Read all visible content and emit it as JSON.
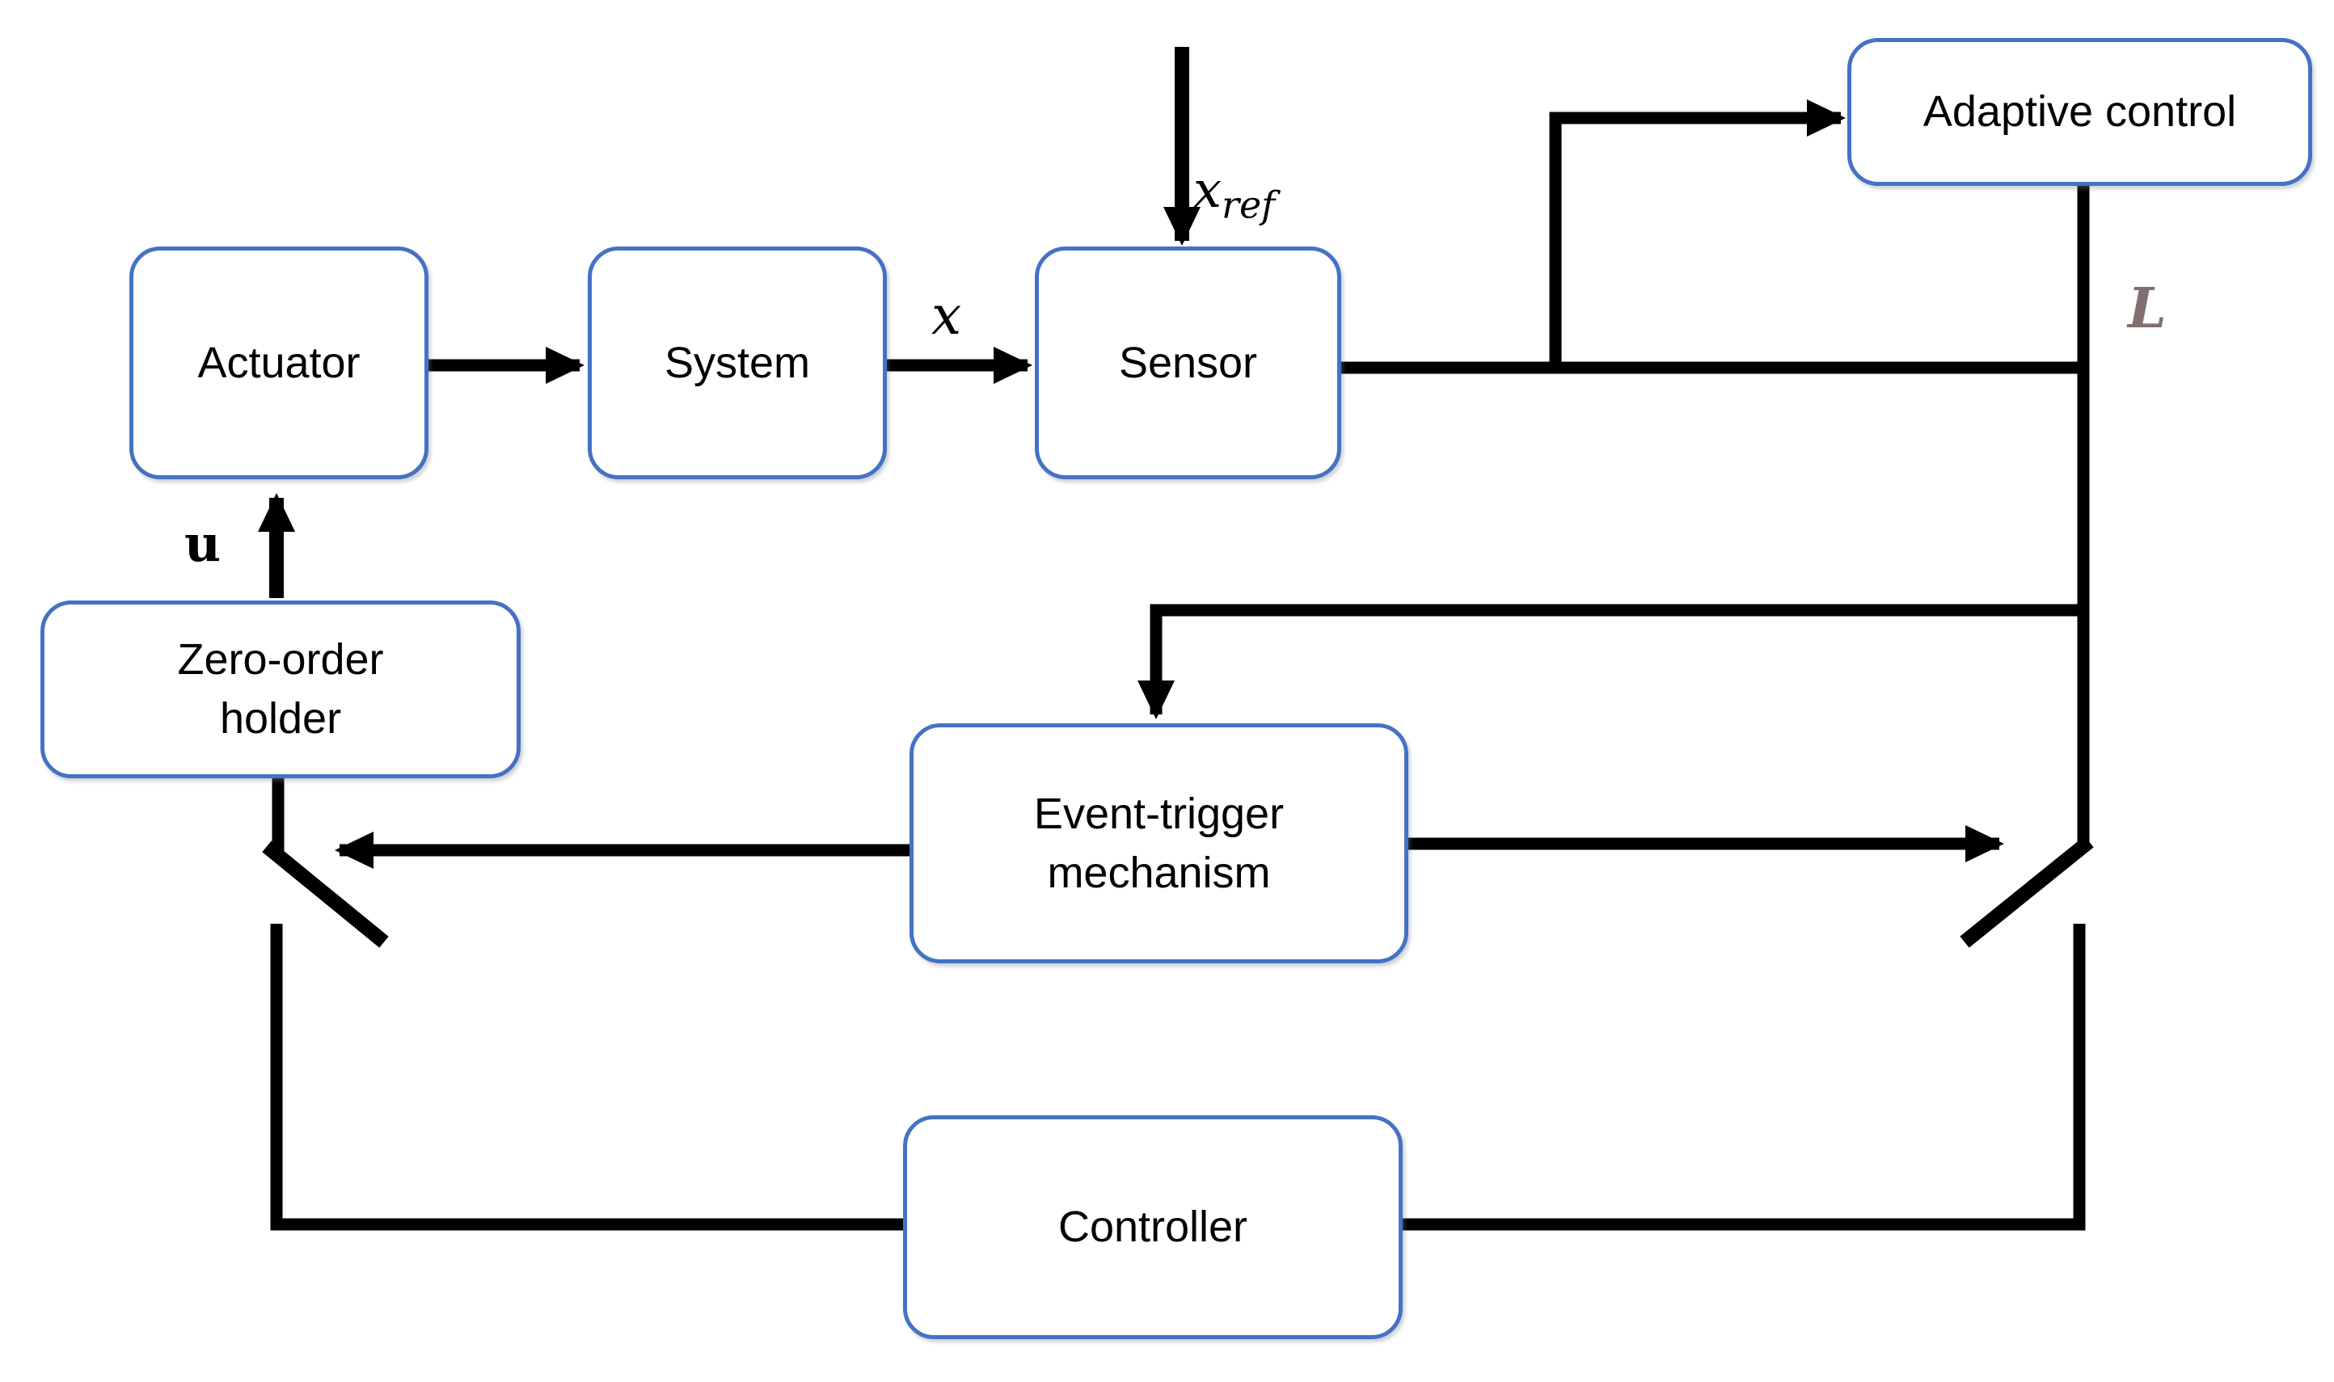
{
  "diagram": {
    "blocks": {
      "actuator": {
        "label": "Actuator"
      },
      "system": {
        "label": "System"
      },
      "sensor": {
        "label": "Sensor"
      },
      "adaptive_control": {
        "label": "Adaptive control"
      },
      "zero_order_holder": {
        "line1": "Zero-order",
        "line2": "holder"
      },
      "event_trigger": {
        "line1": "Event-trigger",
        "line2": "mechanism"
      },
      "controller": {
        "label": "Controller"
      }
    },
    "signal_labels": {
      "u": "u",
      "x": "x",
      "x_ref_base": "x",
      "x_ref_sub": "ref",
      "L": "L"
    },
    "colors": {
      "box_border": "#4472C4",
      "connector": "#000000",
      "label_l": "#826E6E",
      "background": "#FFFFFF",
      "text": "#000000"
    }
  }
}
